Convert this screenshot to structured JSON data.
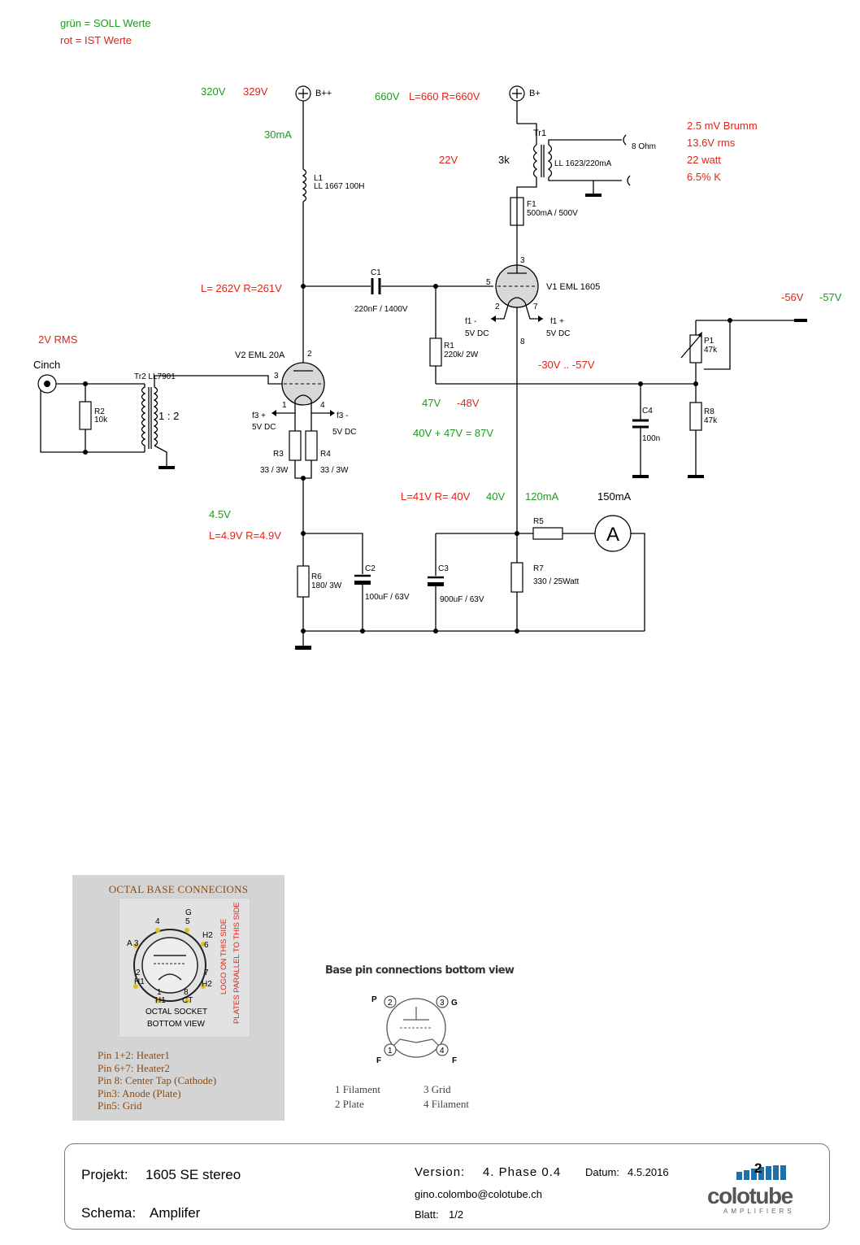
{
  "legend": {
    "green_label": "grün = SOLL Werte",
    "red_label": "rot = IST Werte"
  },
  "supplies": {
    "bpp_label": "B++",
    "bpp_soll": "320V",
    "bpp_ist": "329V",
    "bpp_current": "30mA",
    "bp_label": "B+",
    "bp_soll": "660V",
    "bp_ist": "L=660 R=660V"
  },
  "measurements": {
    "hum": "2.5 mV Brumm",
    "vrms": "13.6V rms",
    "watt": "22 watt",
    "thd": "6.5% K",
    "v_22": "22V",
    "v_3k": "3k",
    "v2_plate": "L= 262V R=261V",
    "input_level": "2V  RMS",
    "neg_ist": "-56V",
    "neg_soll": "-57V",
    "bias_range": "-30V .. -57V",
    "fil_soll": "47V",
    "fil_ist": "-48V",
    "fil_sum": "40V + 47V = 87V",
    "cathode_ist": "L=41V R= 40V",
    "cathode_soll": "40V",
    "current_soll": "120mA",
    "current_ist": "150mA",
    "v2_cathode_soll": "4.5V",
    "v2_cathode_ist": "L=4.9V R=4.9V"
  },
  "components": {
    "tr1": "Tr1",
    "tr1_type": "LL 1623/220mA",
    "out_8ohm": "8 Ohm",
    "l1": "L1",
    "l1_type": "LL 1667 100H",
    "f1": "F1",
    "f1_val": "500mA / 500V",
    "c1": "C1",
    "c1_val": "220nF / 1400V",
    "v1": "V1   EML 1605",
    "v2": "V2   EML 20A",
    "tr2": "Tr2   LL7901",
    "ratio": "1 : 2",
    "cinch": "Cinch",
    "r2": "R2",
    "r2_val": "10k",
    "r1": "R1",
    "r1_val": "220k/ 2W",
    "p1": "P1",
    "p1_val": "47k",
    "r8": "R8",
    "r8_val": "47k",
    "c4": "C4",
    "c4_val": "100n",
    "r3": "R3",
    "r3_val": "33 / 3W",
    "r4": "R4",
    "r4_val": "33 / 3W",
    "f3p": "f3 +",
    "f3m": "f3 -",
    "f3_dc": "5V DC",
    "f3m_dc": "5V DC",
    "f1m": "f1 -",
    "f1p": "f1 +",
    "f1m_dc": "5V DC",
    "f1p_dc": "5V DC",
    "r5": "R5",
    "r6": "R6",
    "r6_val": "180/ 3W",
    "c2": "C2",
    "c2_val": "100uF / 63V",
    "c3": "C3",
    "c3_val": "900uF / 63V",
    "r7": "R7",
    "r7_val": "330 / 25Watt",
    "ammeter": "A",
    "pin_v1_3": "3",
    "pin_v1_5": "5",
    "pin_v1_2": "2",
    "pin_v1_7": "7",
    "pin_v1_8": "8",
    "pin_v2_2": "2",
    "pin_v2_3": "3",
    "pin_v2_1": "1",
    "pin_v2_4": "4"
  },
  "octal": {
    "title": "OCTAL BASE CONNECIONS",
    "side_text_1": "LOGO ON THIS SIDE",
    "side_text_2": "PLATES PARALLEL TO THIS SIDE",
    "socket_caption_1": "OCTAL SOCKET",
    "socket_caption_2": "BOTTOM VIEW",
    "pin_labels": [
      "G",
      "5",
      "4",
      "H2",
      "6",
      "A 3",
      "7",
      "H2",
      "2",
      "H1",
      "1",
      "H1",
      "8",
      "CT"
    ],
    "notes": [
      "Pin 1+2: Heater1",
      "Pin 6+7: Heater2",
      "Pin 8: Center Tap (Cathode)",
      "Pin3: Anode (Plate)",
      "Pin5: Grid"
    ]
  },
  "base4": {
    "title": "Base pin connections bottom view",
    "pin_letters": [
      "P",
      "G",
      "F",
      "F"
    ],
    "pin_numbers": [
      "2",
      "3",
      "1",
      "4"
    ],
    "legend": [
      "1 Filament",
      "2 Plate",
      "3 Grid",
      "4 Filament"
    ]
  },
  "title_block": {
    "projekt_label": "Projekt:",
    "projekt_value": "1605 SE  stereo",
    "schema_label": "Schema:",
    "schema_value": "Amplifer",
    "version_label": "Version:",
    "version_value": "4. Phase 0.4",
    "datum_label": "Datum:",
    "datum_value": "4.5.2016",
    "email": "gino.colombo@colotube.ch",
    "blatt_label": "Blatt:",
    "blatt_value": "1/2",
    "logo_badge": "2",
    "logo_text": "colotube",
    "logo_sub": "AMPLIFIERS"
  },
  "colors": {
    "soll": "#1e9a1e",
    "ist": "#e0231b",
    "octal_text": "#8a4b10",
    "logo_blue": "#1f6fa8",
    "logo_grey": "#555555"
  }
}
